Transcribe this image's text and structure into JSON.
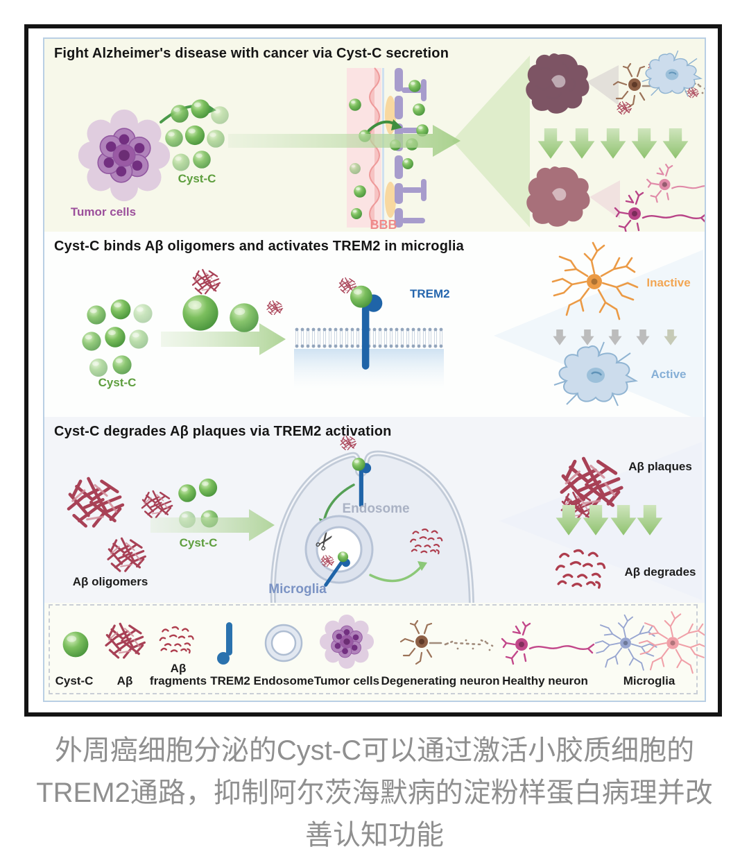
{
  "figure": {
    "panel1": {
      "title": "Fight Alzheimer's disease with cancer via Cyst-C secretion",
      "tumor_cells_label": "Tumor cells",
      "cyst_c_label": "Cyst-C",
      "bbb_label": "BBB"
    },
    "panel2": {
      "title": "Cyst-C binds Aβ oligomers and activates TREM2 in microglia",
      "cyst_c_label": "Cyst-C",
      "trem2_label": "TREM2",
      "inactive_label": "Inactive",
      "active_label": "Active"
    },
    "panel3": {
      "title": "Cyst-C degrades Aβ plaques via TREM2 activation",
      "ab_oligomers_label": "Aβ oligomers",
      "cyst_c_label": "Cyst-C",
      "endosome_label": "Endosome",
      "microglia_label": "Microglia",
      "ab_plaques_label": "Aβ plaques",
      "ab_degrades_label": "Aβ degrades"
    },
    "legend": {
      "items": [
        {
          "label": "Cyst-C",
          "icon": "cyst-c-sphere-icon"
        },
        {
          "label": "Aβ",
          "icon": "ab-fibril-icon"
        },
        {
          "label": "Aβ fragments",
          "icon": "ab-fragments-icon"
        },
        {
          "label": "TREM2",
          "icon": "trem2-receptor-icon"
        },
        {
          "label": "Endosome",
          "icon": "endosome-ring-icon"
        },
        {
          "label": "Tumor cells",
          "icon": "tumor-cells-icon"
        },
        {
          "label": "Degenerating neuron",
          "icon": "degenerating-neuron-icon"
        },
        {
          "label": "Healthy neuron",
          "icon": "healthy-neuron-icon"
        },
        {
          "label": "Microglia",
          "icon": "microglia-icon"
        }
      ]
    }
  },
  "caption": {
    "full_text": "外周癌细胞分泌的Cyst-C可以通过激活小胶质细胞的TREM2通路，抑制阿尔茨海默病的淀粉样蛋白病理并改善认知功能",
    "lines": [
      "外周癌细胞分泌的Cyst-C可以通过激活小胶质细胞的",
      "TREM2通路，抑制阿尔茨海默病的淀粉样蛋白病理并改",
      "善认知功能"
    ]
  },
  "colors": {
    "cyst_c_green": "#5e9e3e",
    "tumor_purple": "#9b4f9b",
    "bbb_pink": "#ef8a8a",
    "trem2_blue": "#1f64a8",
    "inactive_orange": "#f2a653",
    "active_blue": "#85afd6",
    "endosome_gray": "#aab2c4",
    "microglia_blue": "#7b93c4",
    "ab_red": "#a84156",
    "arrow_green": "#9cca7e",
    "caption_gray": "#8f8f8f",
    "panel1_bg": "#f7f8ea",
    "panel3_bg": "#f3f5f9",
    "frame_border": "#141414",
    "inner_border": "#b9cfe4"
  }
}
